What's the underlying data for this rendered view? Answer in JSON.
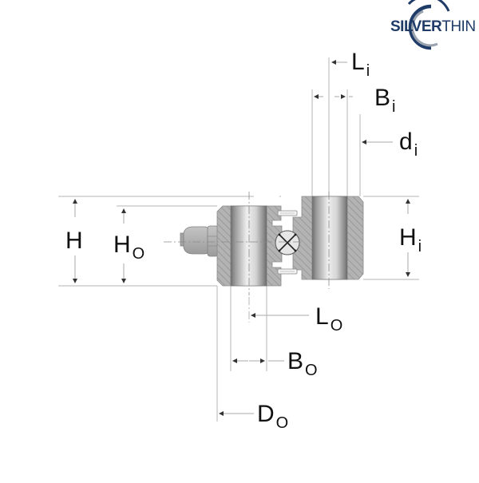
{
  "logo": {
    "text_bold": "SILVER",
    "text_light": "THIN",
    "ring_color": "#1f3b68",
    "ring_accent_color": "#9aa3ad"
  },
  "colors": {
    "dimension_line": "#a8a8a8",
    "arrow": "#333333",
    "hatch_fill": "#a9a9a9",
    "hatch_stroke": "#8c8c8c",
    "bore_dark": "#7d7d7d",
    "bore_light": "#e8e8e8",
    "label_text": "#111111"
  },
  "labels": {
    "H": {
      "main": "H",
      "sub": ""
    },
    "Ho": {
      "main": "H",
      "sub": "O"
    },
    "Hi": {
      "main": "H",
      "sub": "i"
    },
    "Li": {
      "main": "L",
      "sub": "i"
    },
    "Bi": {
      "main": "B",
      "sub": "i"
    },
    "di": {
      "main": "d",
      "sub": "i"
    },
    "Lo": {
      "main": "L",
      "sub": "O"
    },
    "Bo": {
      "main": "B",
      "sub": "O"
    },
    "Do": {
      "main": "D",
      "sub": "O"
    }
  }
}
